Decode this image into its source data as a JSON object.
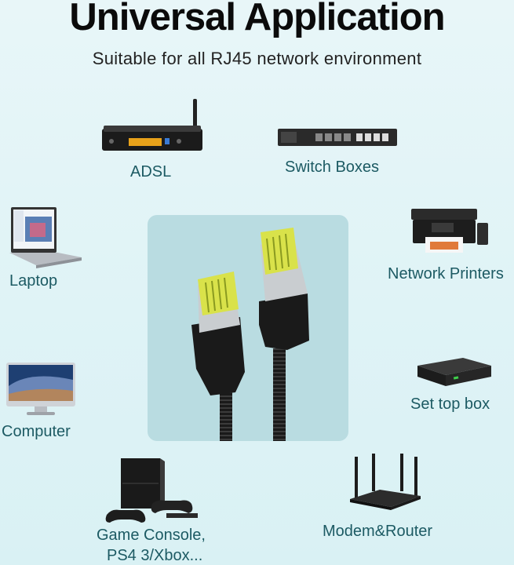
{
  "header": {
    "title": "Universal Application",
    "subtitle": "Suitable for all RJ45 network environment"
  },
  "devices": {
    "adsl": "ADSL",
    "switch": "Switch Boxes",
    "laptop": "Laptop",
    "printer": "Network Printers",
    "computer": "Computer",
    "settop": "Set top box",
    "console_line1": "Game Console,",
    "console_line2": "PS4 3/Xbox...",
    "router": "Modem&Router"
  },
  "colors": {
    "background": "#e0f4f7",
    "label_text": "#1c5a63",
    "panel": "#b9dce1",
    "connector_gold": "#d9e24a"
  }
}
